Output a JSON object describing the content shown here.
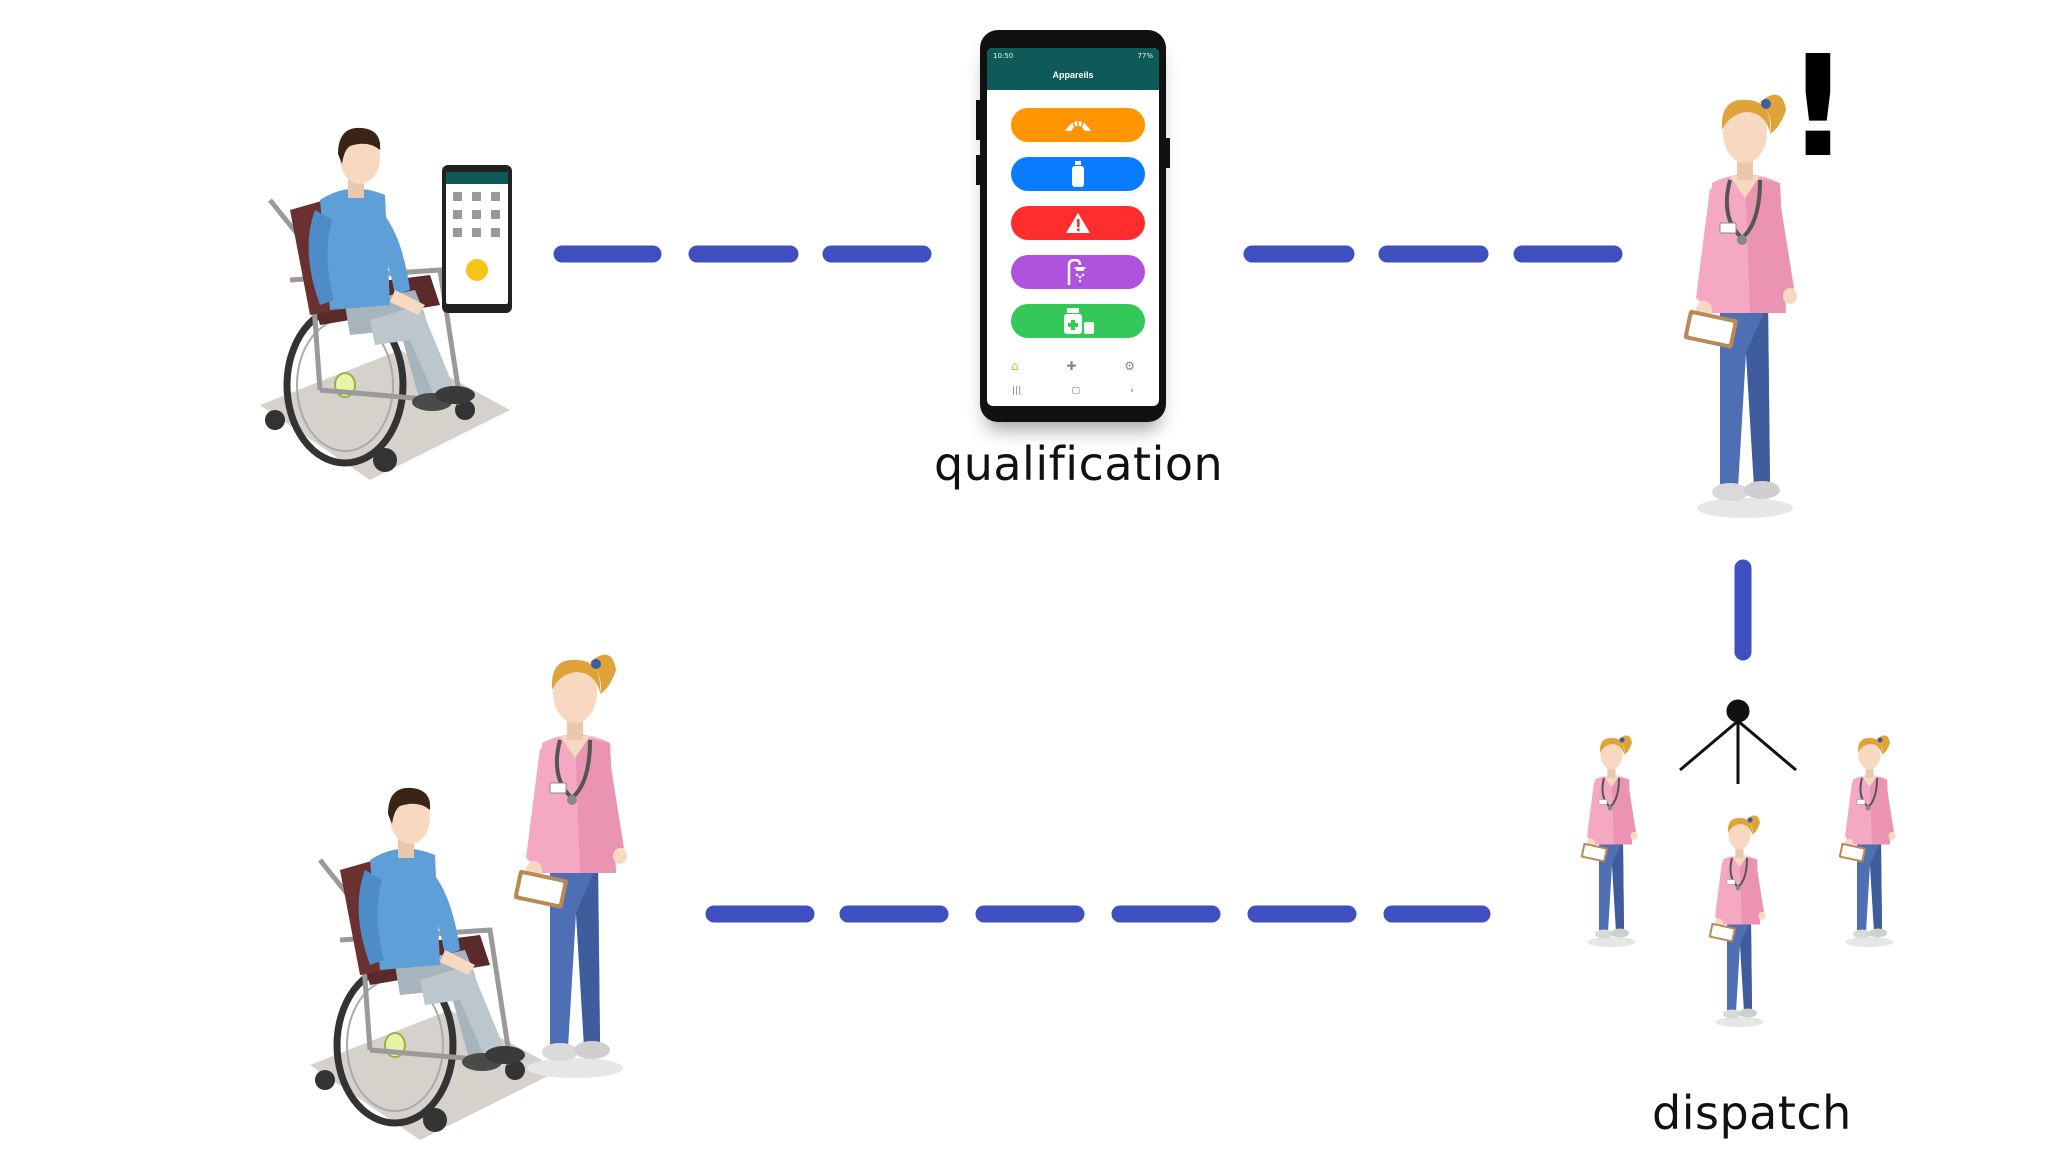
{
  "labels": {
    "qualification": "qualification",
    "dispatch": "dispatch",
    "alert": "!"
  },
  "phone": {
    "header_title": "Appareils",
    "status_time": "10:50",
    "status_battery": "77%",
    "pill_colors": [
      "#ff9500",
      "#0a7cff",
      "#ff2d2d",
      "#af52de",
      "#34c759"
    ],
    "pill_icons": [
      "croissant-icon",
      "bottle-icon",
      "warning-icon",
      "shower-icon",
      "medicine-icon"
    ],
    "nav_icons": [
      "home-icon",
      "plus-icon",
      "gear-icon"
    ]
  },
  "colors": {
    "dash": "#3f4fbf",
    "scrubs_top": "#f4a8c3",
    "scrubs_pants": "#4f6fb4",
    "shirt": "#5f9fd8",
    "skin": "#f7d9c2",
    "hair_nurse": "#e0a33a",
    "hair_patient": "#3a2418"
  }
}
